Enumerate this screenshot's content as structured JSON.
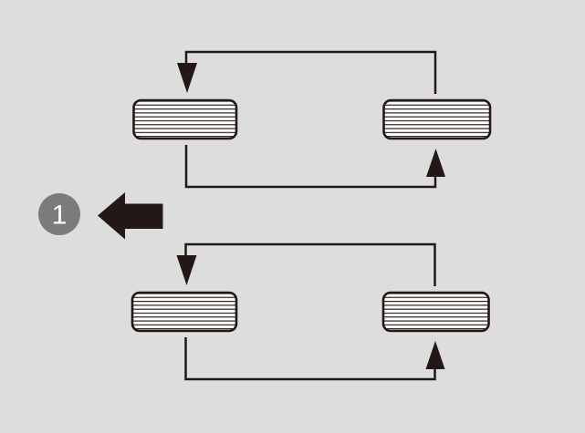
{
  "colors": {
    "background": "#dcdddc",
    "line": "#231815",
    "badge": "#7b7b7b",
    "badge_text": "#ffffff",
    "tire_fill": "#ffffff"
  },
  "badge": {
    "label": "1"
  },
  "icons": {
    "pointer": "left-block-arrow-icon",
    "top_loop_arrows": [
      "arrow-down-icon",
      "arrow-up-icon"
    ],
    "bottom_loop_arrows": [
      "arrow-down-icon",
      "arrow-up-icon"
    ]
  },
  "diagrams": [
    {
      "name": "top-rotation-loop",
      "tires": [
        "tire-top-left",
        "tire-top-right"
      ]
    },
    {
      "name": "bottom-rotation-loop",
      "tires": [
        "tire-bottom-left",
        "tire-bottom-right"
      ]
    }
  ]
}
